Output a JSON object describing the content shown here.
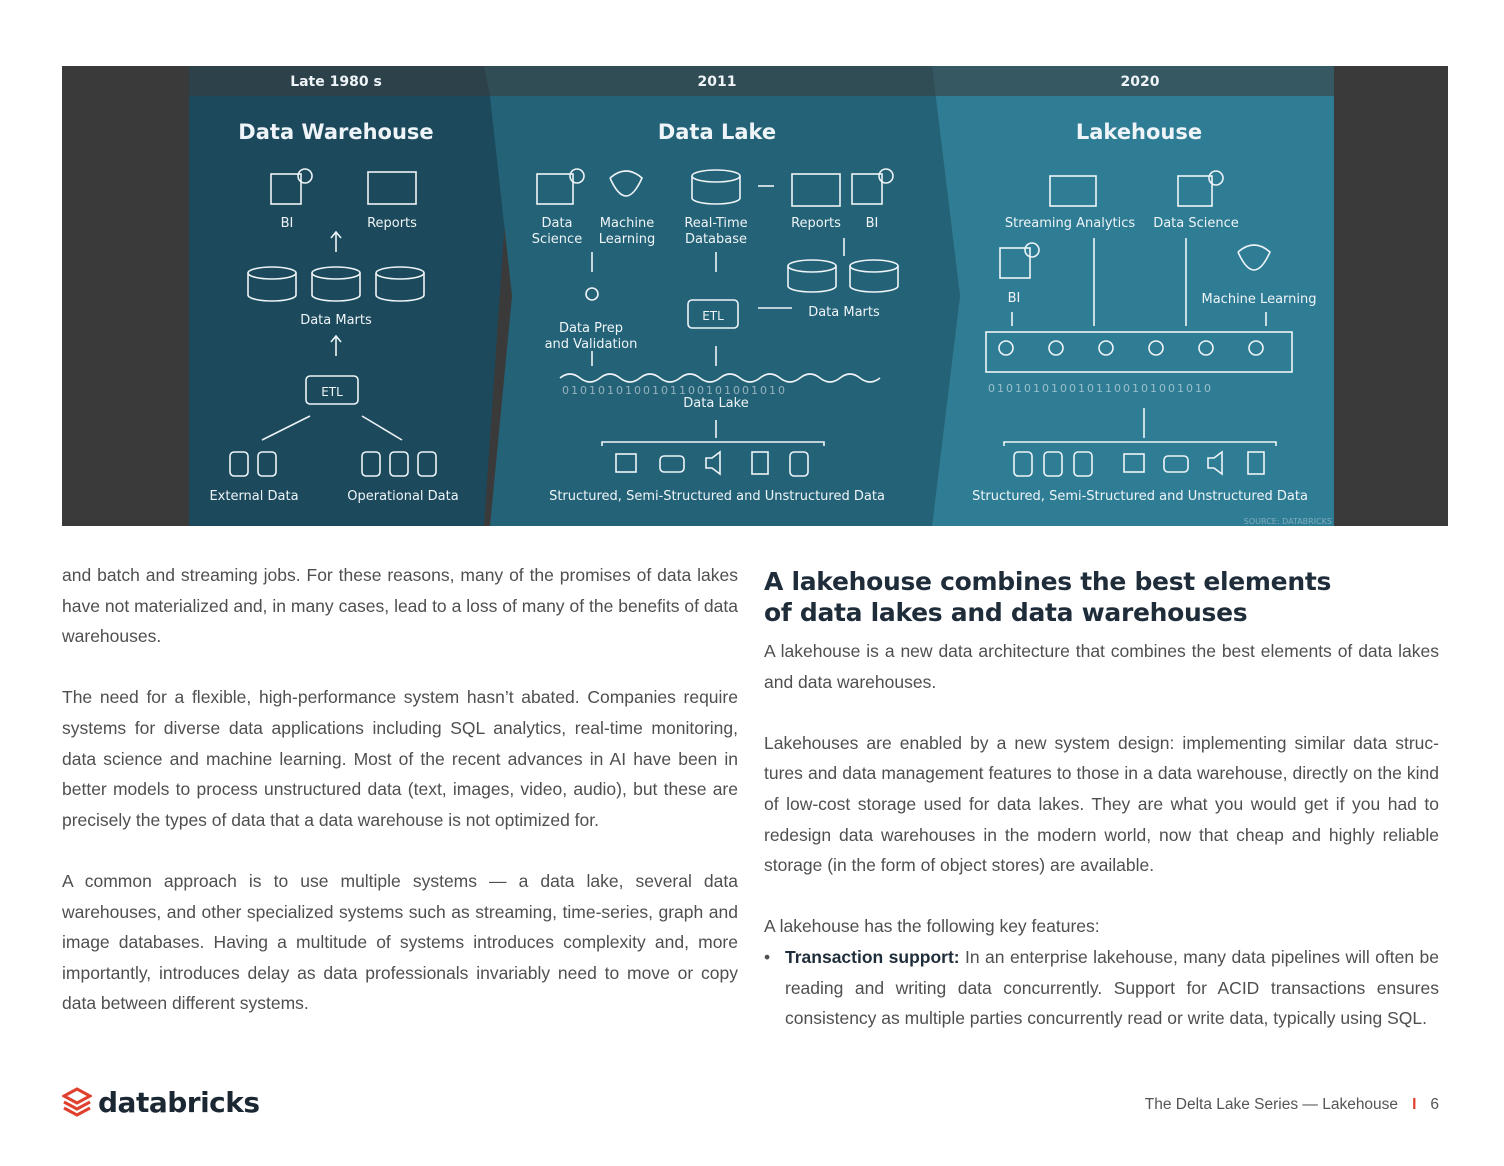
{
  "figure": {
    "panels": [
      {
        "era": "Late 1980 s",
        "title": "Data Warehouse",
        "labels": [
          "BI",
          "Reports",
          "Data Marts",
          "ETL",
          "External Data",
          "Operational Data"
        ]
      },
      {
        "era": "2011",
        "title": "Data Lake",
        "labels": [
          "Data",
          "Science",
          "Machine",
          "Learning",
          "Real-Time",
          "Database",
          "Reports",
          "BI",
          "Data Prep",
          "and Validation",
          "ETL",
          "Data Marts",
          "Data Lake",
          "Structured, Semi-Structured and Unstructured Data"
        ]
      },
      {
        "era": "2020",
        "title": "Lakehouse",
        "labels": [
          "Streaming Analytics",
          "Data Science",
          "BI",
          "Machine Learning",
          "Structured, Semi-Structured and Unstructured Data"
        ]
      }
    ],
    "binary_strip": "0101010100101100101001010",
    "source": "SOURCE: DATABRICKS"
  },
  "left_column": {
    "p1": "and batch and streaming jobs. For these reasons, many of the promises of data lakes have not materialized and, in many cases, lead to a loss of many of the benefits of data warehouses.",
    "p2": "The need for a flexible, high-performance system hasn’t abated. Companies require systems for diverse data applications including SQL analytics, real-time monitoring, data science and machine learning. Most of the recent advances in AI have been in better models to process unstructured data (text, images, video, audio), but these are precisely the types of data that a data warehouse is not optimized for.",
    "p3": "A common approach is to use multiple systems — a data lake, several data warehouses, and other specialized systems such as streaming, time-series, graph and image databases. Having a multitude of systems introduces complexity and, more importantly, introduces delay as data professionals invariably need to move or copy data between different systems."
  },
  "right_column": {
    "heading_line1": "A lakehouse combines the best elements",
    "heading_line2": "of data lakes and data warehouses",
    "p1": "A lakehouse is a new data architecture that combines the best elements of data lakes and data warehouses.",
    "p2": "Lakehouses are enabled by a new system design: implementing similar data struc-tures and data management features to those in a data warehouse, directly on the kind of low-cost storage used for data lakes. They are what you would get if you had to redesign data warehouses in the modern world, now that cheap and highly reliable storage (in the form of object stores) are available.",
    "p3": "A lakehouse has the following key features:",
    "feature1_title": "Transaction support:",
    "feature1_text": " In an enterprise lakehouse, many data pipelines will often be reading and writing data concurrently. Support for ACID transactions ensures consistency as multiple parties concurrently read or write data, typically using SQL."
  },
  "footer": {
    "logo_text": "databricks",
    "series": "The Delta Lake Series — Lakehouse",
    "separator": "I",
    "page": "6"
  },
  "colors": {
    "panel1": "#1c4a5c",
    "panel2": "#246277",
    "panel3": "#2f7d95",
    "brand_red": "#e0402e"
  }
}
